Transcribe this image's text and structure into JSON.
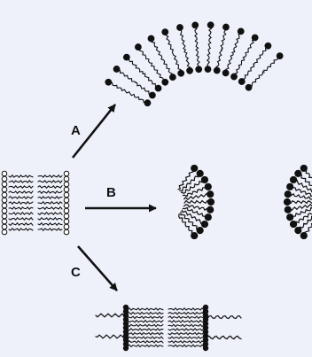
{
  "labels": {
    "a": "A",
    "b": "B",
    "c": "C"
  },
  "colors": {
    "background": "#eef1fa",
    "ink": "#111111",
    "open_head": "#ffffff"
  }
}
